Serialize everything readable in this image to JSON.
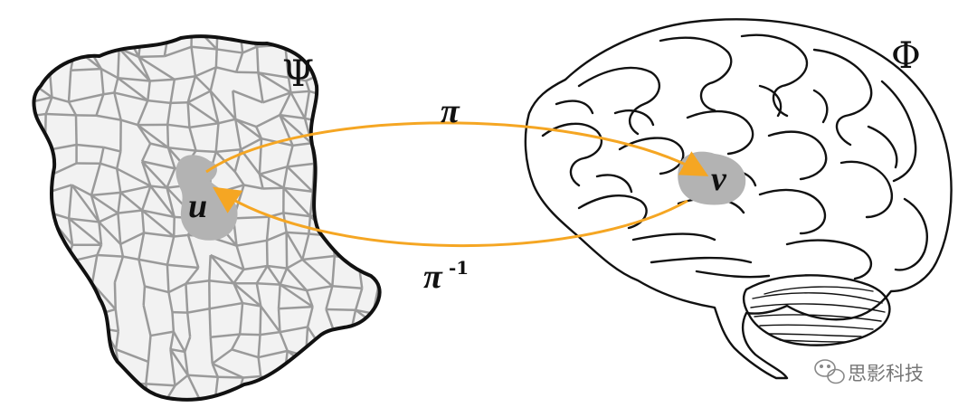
{
  "labels": {
    "psi": "Ψ",
    "phi": "Φ",
    "u": "u",
    "v": "v",
    "pi_forward": "π",
    "pi_inverse": "π",
    "pi_inverse_exp": "-1"
  },
  "watermark": {
    "text": "思影科技",
    "icon": "wechat-icon"
  },
  "colors": {
    "arrow": "#f5a623",
    "region": "#b3b3b3",
    "outline": "#111111",
    "mosaic_lines": "#9a9a9a"
  }
}
